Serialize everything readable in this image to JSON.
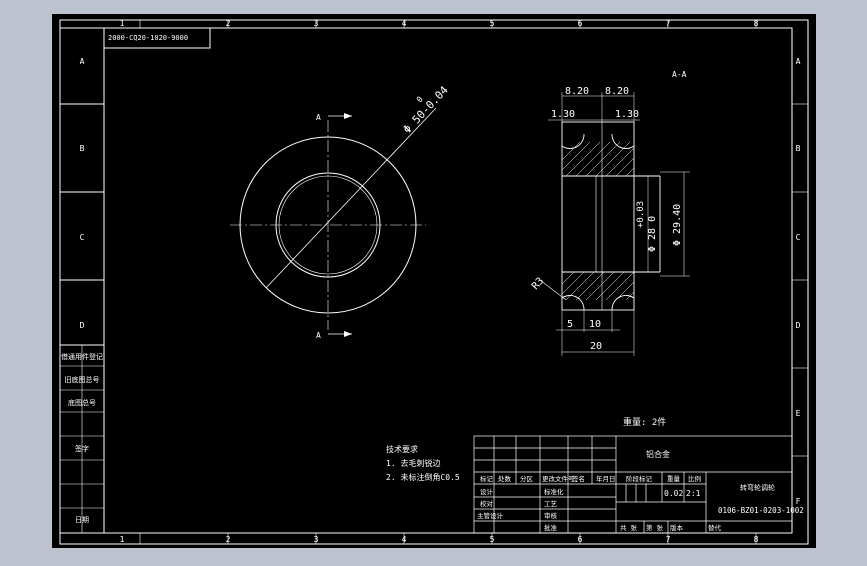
{
  "colors": {
    "background": "#000000",
    "line": "#ffffff",
    "chrome": "#bcc3ce",
    "axis": "#c8c8c8"
  },
  "drawing_code": "2000-CQ20-1020-9000",
  "column_numbers": [
    "1",
    "2",
    "3",
    "4",
    "5",
    "6",
    "7",
    "8"
  ],
  "row_letters": [
    "A",
    "B",
    "C",
    "D",
    "E",
    "F"
  ],
  "left_labels": [
    "借通用件登记",
    "旧底图总号",
    "底图总号",
    "签字",
    "日期"
  ],
  "section_label": "A-A",
  "section_mark": "A",
  "dims": {
    "outer_dia": "Φ 50-0.04",
    "outer_dia_upper": "0",
    "width_a": "8.20",
    "width_b": "8.20",
    "fillet_a": "1.30",
    "fillet_b": "1.30",
    "bore_tol": "+0.03",
    "bore_dia": "Φ 28 0",
    "hub_dia": "Φ 29.40",
    "radius": "R3",
    "w5": "5",
    "w10": "10",
    "w20": "20"
  },
  "weight_note": "重量: 2件",
  "tech_req": {
    "title": "技术要求",
    "line1": "1. 去毛刺锐边",
    "line2": "2. 未标注倒角C0.5"
  },
  "title_block": {
    "material": "铝合金",
    "part_name": "转弯轮调轮",
    "drawing_no": "0106-BZ01-0203-1002",
    "stage_label": "阶段标记",
    "weight_label": "重量",
    "scale_label": "比例",
    "weight_val": "0.02",
    "scale_val": "2:1",
    "designer": "设计",
    "standardize": "标准化",
    "checker": "校对",
    "process": "工艺",
    "chief": "主管设计",
    "review": "审核",
    "approve": "批准",
    "mark": "标记",
    "count": "处数",
    "zone": "分区",
    "change_doc": "更改文件号",
    "sign": "签名",
    "date": "年月日",
    "sheets": "共 张",
    "sheet": "第 张",
    "version": "版本",
    "replace": "替代"
  }
}
